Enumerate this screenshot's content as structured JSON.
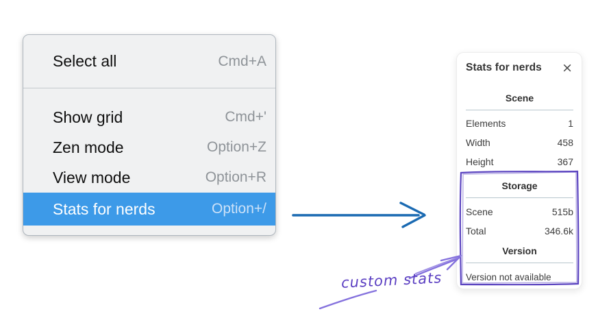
{
  "menu": {
    "sections": [
      {
        "items": [
          {
            "label": "Select all",
            "shortcut": "Cmd+A",
            "highlighted": false
          }
        ]
      },
      {
        "items": [
          {
            "label": "Show grid",
            "shortcut": "Cmd+'",
            "highlighted": false
          },
          {
            "label": "Zen mode",
            "shortcut": "Option+Z",
            "highlighted": false
          },
          {
            "label": "View mode",
            "shortcut": "Option+R",
            "highlighted": false
          },
          {
            "label": "Stats for nerds",
            "shortcut": "Option+/",
            "highlighted": true
          }
        ]
      }
    ]
  },
  "stats_panel": {
    "title": "Stats for nerds",
    "close_label": "×",
    "scene": {
      "heading": "Scene",
      "rows": [
        {
          "label": "Elements",
          "value": "1"
        },
        {
          "label": "Width",
          "value": "458"
        },
        {
          "label": "Height",
          "value": "367"
        }
      ]
    },
    "storage": {
      "heading": "Storage",
      "rows": [
        {
          "label": "Scene",
          "value": "515b"
        },
        {
          "label": "Total",
          "value": "346.6k"
        }
      ]
    },
    "version": {
      "heading": "Version",
      "note": "Version not available"
    }
  },
  "annotation": {
    "label": "custom stats"
  },
  "colors": {
    "menu_highlight": "#3d9ae8",
    "menu_highlight_text": "#ffffff",
    "arrow_blue": "#1a6ab2",
    "annotation_purple": "#5b3fc2",
    "annotation_light_purple": "#8471dd",
    "box_purple": "#5b44c0"
  }
}
